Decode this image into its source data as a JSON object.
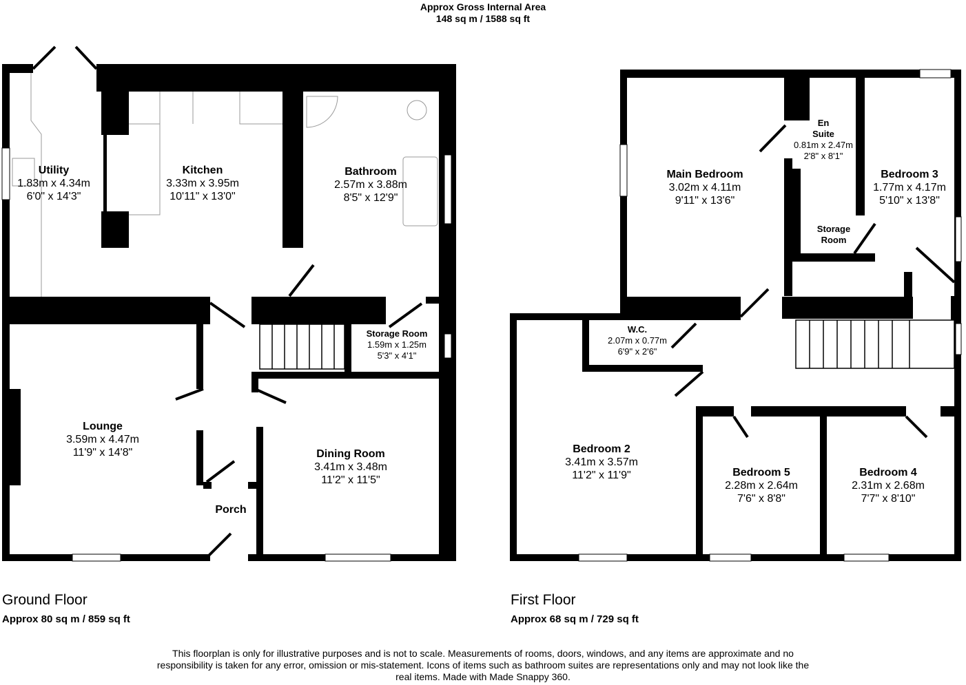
{
  "header": {
    "line1": "Approx Gross Internal Area",
    "line2": "148 sq m / 1588 sq ft"
  },
  "ground_floor": {
    "title": "Ground Floor",
    "area": "Approx 80 sq m / 859 sq ft",
    "rooms": [
      {
        "name": "Utility",
        "metric": "1.83m x 4.34m",
        "imperial": "6'0\" x 14'3\""
      },
      {
        "name": "Kitchen",
        "metric": "3.33m x 3.95m",
        "imperial": "10'11\" x 13'0\""
      },
      {
        "name": "Bathroom",
        "metric": "2.57m x 3.88m",
        "imperial": "8'5\" x 12'9\""
      },
      {
        "name": "Storage Room",
        "metric": "1.59m x 1.25m",
        "imperial": "5'3\" x 4'1\""
      },
      {
        "name": "Lounge",
        "metric": "3.59m x 4.47m",
        "imperial": "11'9\" x 14'8\""
      },
      {
        "name": "Dining Room",
        "metric": "3.41m x 3.48m",
        "imperial": "11'2\" x 11'5\""
      },
      {
        "name": "Porch"
      }
    ]
  },
  "first_floor": {
    "title": "First Floor",
    "area": "Approx 68 sq m / 729 sq ft",
    "rooms": [
      {
        "name": "Main Bedroom",
        "metric": "3.02m x 4.11m",
        "imperial": "9'11\" x 13'6\""
      },
      {
        "name": "En Suite",
        "metric": "0.81m x 2.47m",
        "imperial": "2'8\" x 8'1\""
      },
      {
        "name": "Bedroom 3",
        "metric": "1.77m x 4.17m",
        "imperial": "5'10\" x 13'8\""
      },
      {
        "name": "Storage Room"
      },
      {
        "name": "W.C.",
        "metric": "2.07m x 0.77m",
        "imperial": "6'9\" x 2'6\""
      },
      {
        "name": "Bedroom 2",
        "metric": "3.41m x 3.57m",
        "imperial": "11'2\" x 11'9\""
      },
      {
        "name": "Bedroom 5",
        "metric": "2.28m x 2.64m",
        "imperial": "7'6\" x 8'8\""
      },
      {
        "name": "Bedroom 4",
        "metric": "2.31m x 2.68m",
        "imperial": "7'7\" x 8'10\""
      }
    ]
  },
  "disclaimer": "This floorplan is only for illustrative purposes and is not to scale. Measurements of rooms, doors, windows, and any items are approximate and no responsibility is taken for any error, omission or mis-statement. Icons of items such as bathroom suites are representations only and may not look like the real items. Made with Made Snappy 360.",
  "colors": {
    "wall": "#000000",
    "background": "#ffffff",
    "window": "#ffffff"
  }
}
